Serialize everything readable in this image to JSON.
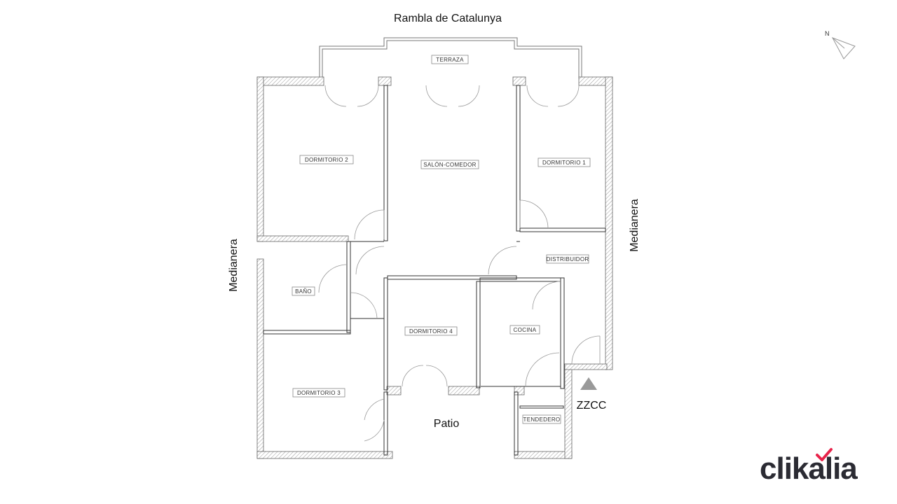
{
  "labels": {
    "street_top": "Rambla de Catalunya",
    "left_side": "Medianera",
    "right_side": "Medianera",
    "north": "N",
    "patio": "Patio",
    "zzcc": "ZZCC"
  },
  "rooms": {
    "terraza": "TERRAZA",
    "dormitorio2": "DORMITORIO 2",
    "salon": "SALÓN-COMEDOR",
    "dormitorio1": "DORMITORIO 1",
    "distribuidor": "DISTRIBUIDOR",
    "bano": "BAÑO",
    "dormitorio4": "DORMITORIO 4",
    "cocina": "COCINA",
    "dormitorio3": "DORMITORIO 3",
    "tendedero": "TENDEDERO"
  },
  "brand": {
    "name": "clikalia",
    "accent_color": "#e8234a",
    "text_color": "#2b2b33"
  }
}
